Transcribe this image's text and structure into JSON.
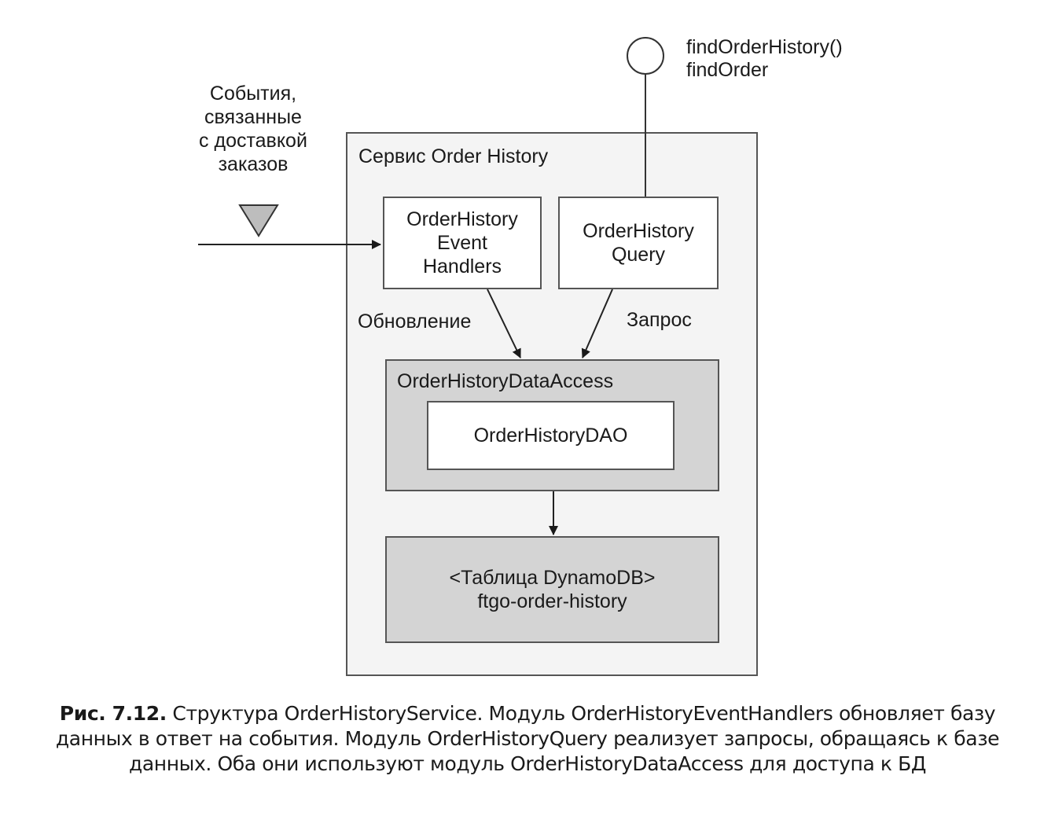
{
  "diagram": {
    "service_title": "Сервис Order History",
    "events_label": "События,\nсвязанные\nс доставкой\nзаказов",
    "api_label": "findOrderHistory()\nfindOrder",
    "handlers": "OrderHistory\nEvent\nHandlers",
    "query": "OrderHistory\nQuery",
    "update_label": "Обновление",
    "request_label": "Запрос",
    "data_access": "OrderHistoryDataAccess",
    "dao": "OrderHistoryDAO",
    "dynamo_line1": "<Таблица DynamoDB>",
    "dynamo_line2": "ftgo-order-history"
  },
  "caption": {
    "figure_number": "Рис. 7.12.",
    "text": "Структура OrderHistoryService. Модуль OrderHistoryEventHandlers обновляет базу данных в ответ на события. Модуль OrderHistoryQuery реализует запросы, обращаясь к базе данных. Оба они используют модуль OrderHistoryDataAccess для доступа к БД"
  }
}
